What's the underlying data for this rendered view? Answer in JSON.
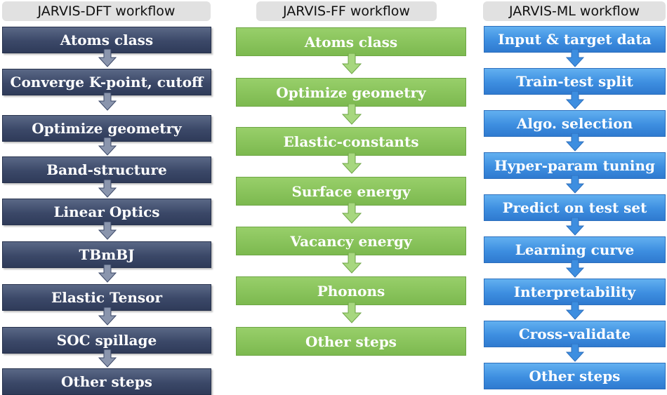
{
  "columns": {
    "dft": {
      "title": "JARVIS-DFT workflow",
      "color": "#3b4868",
      "steps": [
        "Atoms class",
        "Converge K-point, cutoff",
        "Optimize geometry",
        "Band-structure",
        "Linear Optics",
        "TBmBJ",
        "Elastic Tensor",
        "SOC spillage",
        "Other steps"
      ]
    },
    "ff": {
      "title": "JARVIS-FF workflow",
      "color": "#86c35a",
      "steps": [
        "Atoms class",
        "Optimize geometry",
        "Elastic-constants",
        "Surface energy",
        "Vacancy energy",
        "Phonons",
        "Other steps"
      ]
    },
    "ml": {
      "title": "JARVIS-ML workflow",
      "color": "#3d8ee0",
      "steps": [
        "Input & target data",
        "Train-test split",
        "Algo. selection",
        "Hyper-param tuning",
        "Predict on test set",
        "Learning curve",
        "Interpretability",
        "Cross-validate",
        "Other steps"
      ]
    }
  }
}
